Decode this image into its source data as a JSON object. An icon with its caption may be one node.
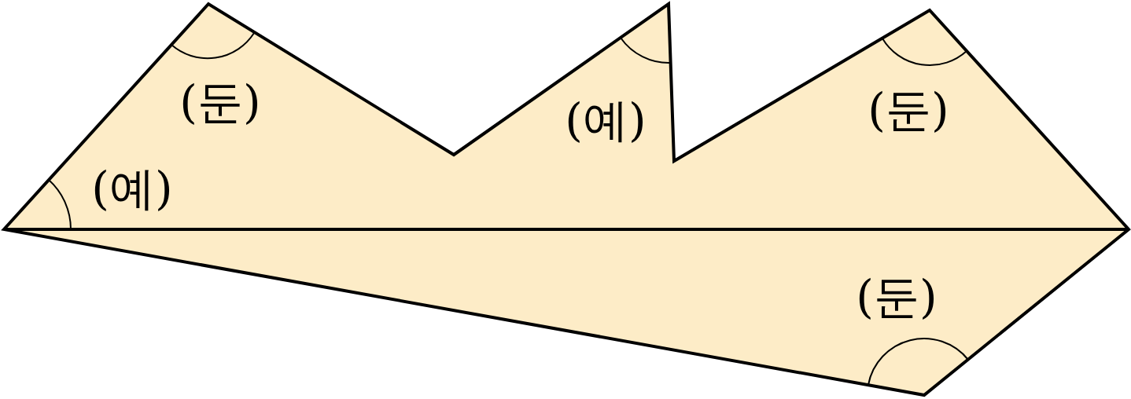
{
  "diagram": {
    "labels": [
      "(둔)",
      "(예)",
      "(둔)",
      "(예)",
      "(둔)"
    ]
  }
}
